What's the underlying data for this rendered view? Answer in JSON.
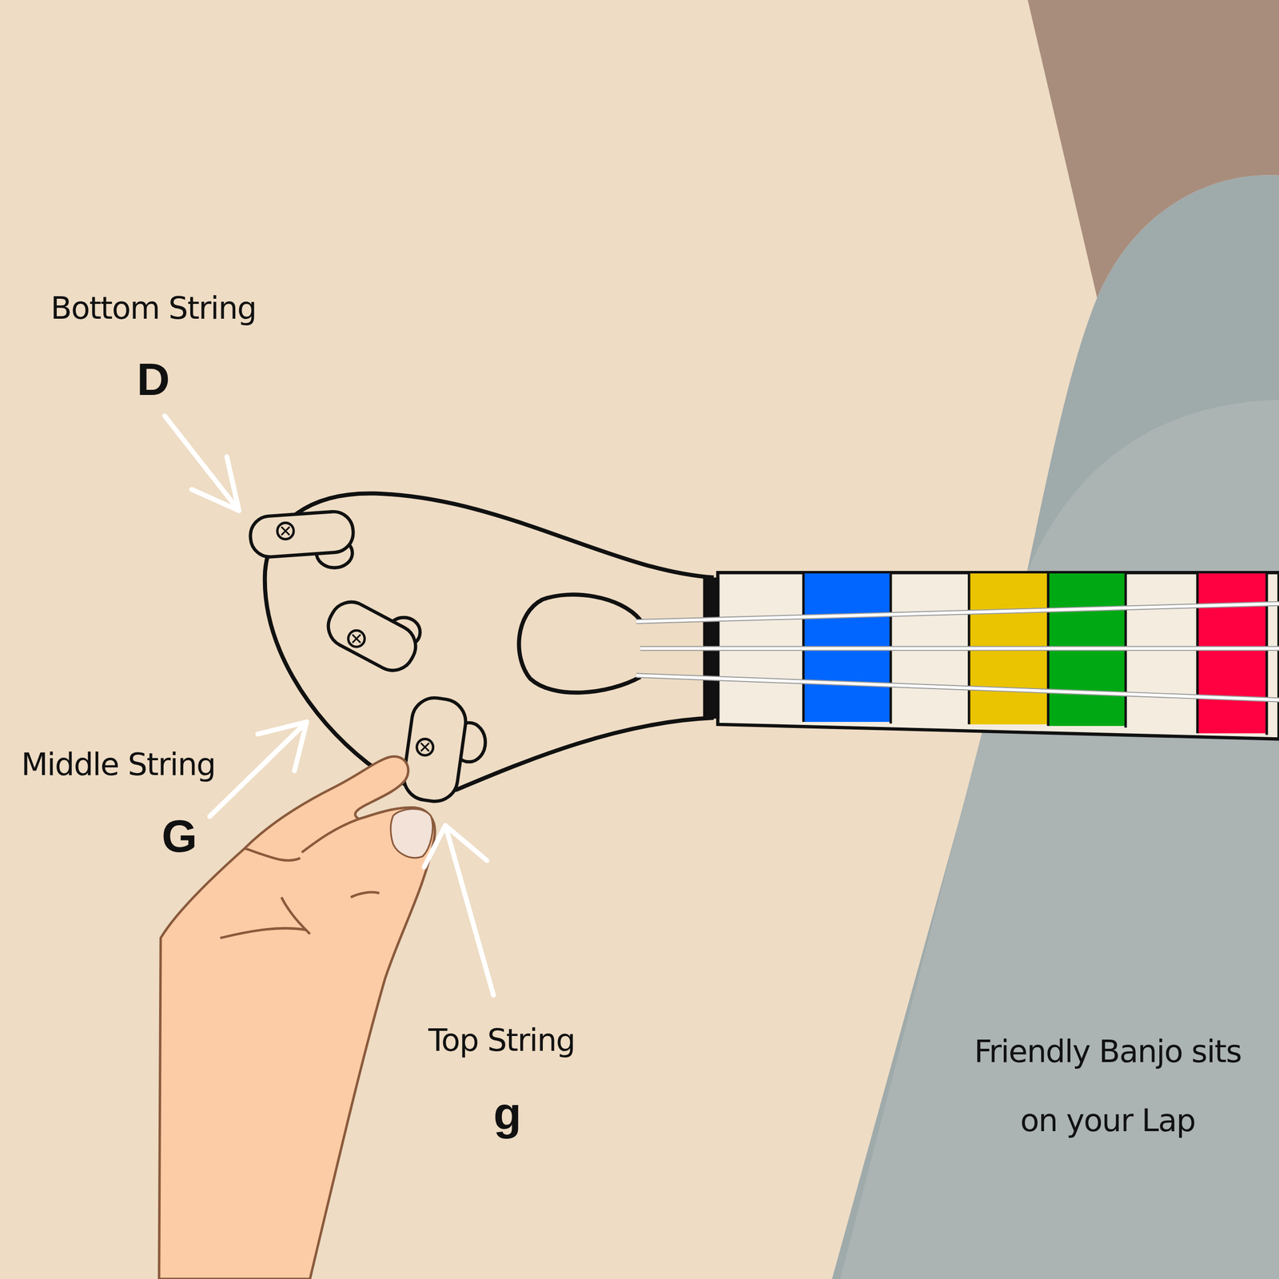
{
  "diagram": {
    "labels": [
      "Bottom String",
      "D",
      "Middle String",
      "G",
      "Top String",
      "g",
      "Friendly Banjo sits on your Lap"
    ]
  }
}
